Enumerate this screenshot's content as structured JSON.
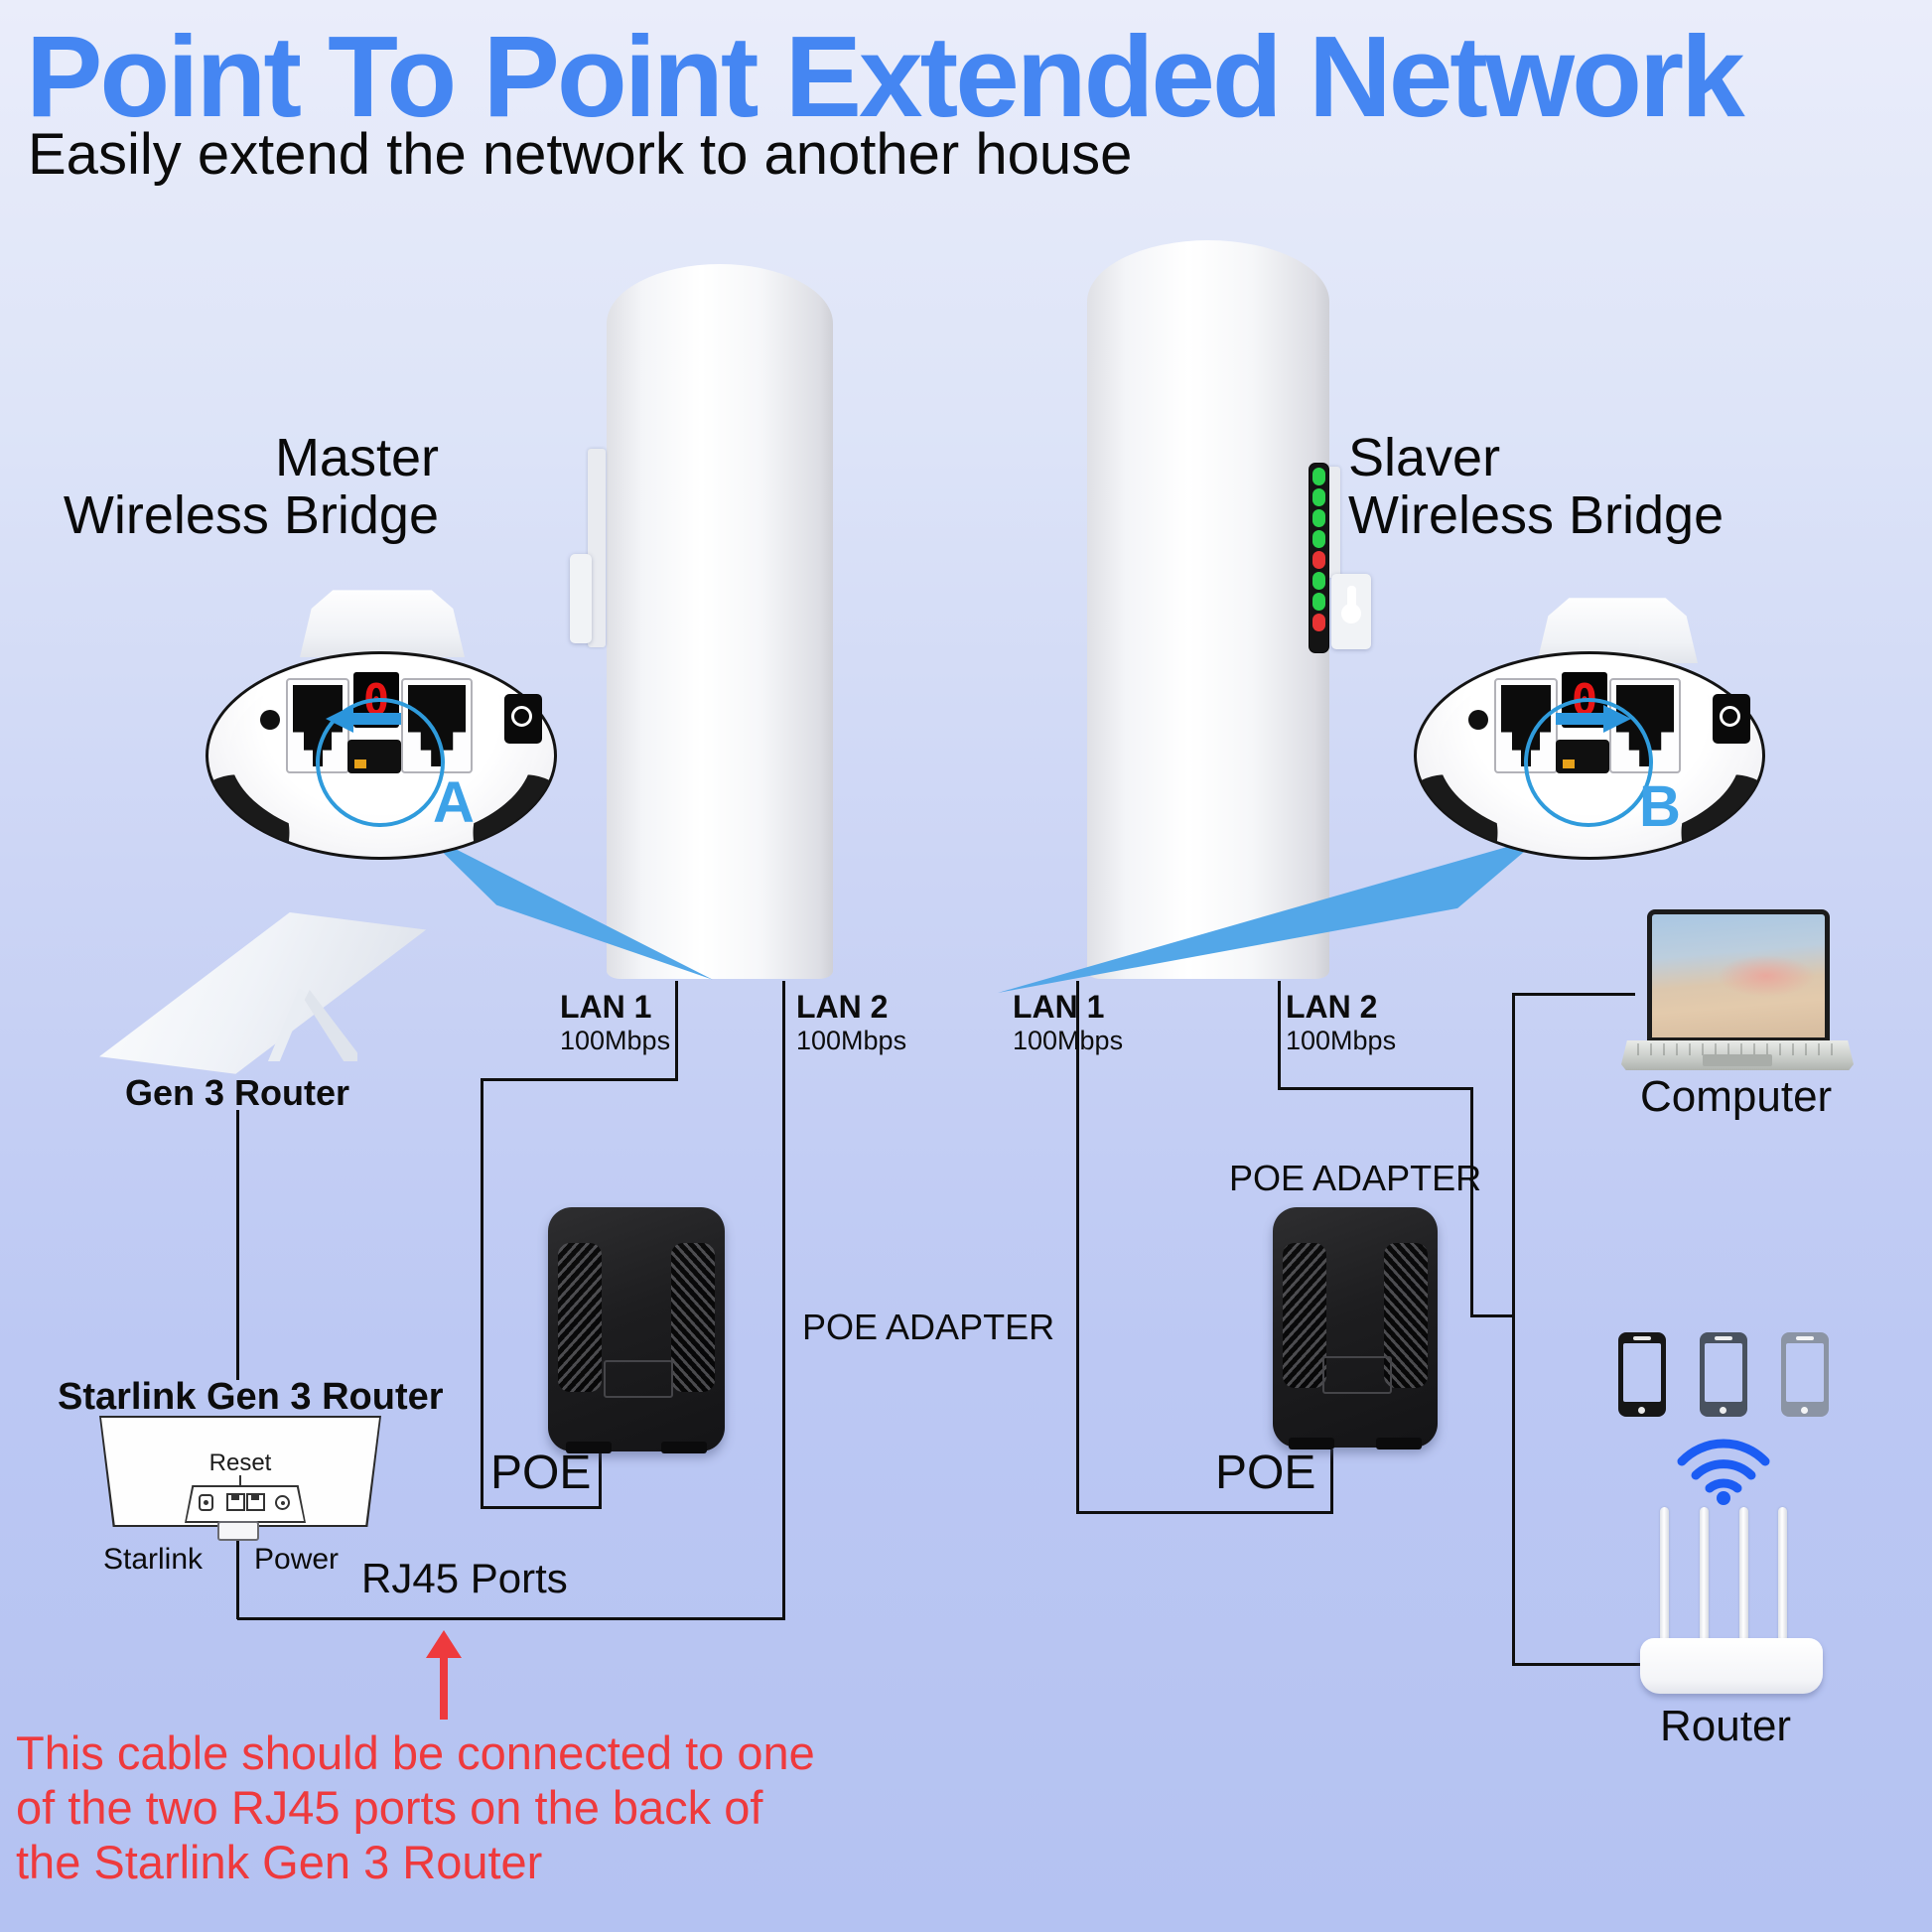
{
  "page": {
    "title": "Point To Point Extended Network",
    "subtitle": "Easily extend the network to another house"
  },
  "colors": {
    "title_blue": "#4586f2",
    "warning_red": "#ee3a3d",
    "callout_blue": "#3da2e8",
    "beam_blue": "#53a7e8",
    "wifi_blue": "#1b5cf3",
    "wire_black": "#0f0f0f"
  },
  "bridges": {
    "master": {
      "label": "Master\nWireless Bridge",
      "callout_letter": "A"
    },
    "slaver": {
      "label": "Slaver\nWireless Bridge",
      "callout_letter": "B"
    },
    "ports": [
      {
        "name": "LAN 1",
        "speed": "100Mbps"
      },
      {
        "name": "LAN 2",
        "speed": "100Mbps"
      }
    ],
    "display_digit": "0",
    "led_colors": [
      "#2ad24b",
      "#2ad24b",
      "#2ad24b",
      "#2ad24b",
      "#e83434",
      "#2ad24b",
      "#2ad24b",
      "#e83434"
    ]
  },
  "starlink": {
    "dish_label": "Gen 3 Router",
    "router_label": "Starlink Gen 3 Router",
    "reset_label": "Reset",
    "starlink_port_label": "Starlink",
    "power_port_label": "Power",
    "rj45_label": "RJ45 Ports"
  },
  "poe": {
    "adapter_label": "POE ADAPTER",
    "port_label": "POE"
  },
  "endpoints": {
    "computer_label": "Computer",
    "router_label": "Router",
    "phone_colors": [
      "#161616",
      "#49525f",
      "#8b94a4"
    ]
  },
  "warning": "This cable should be connected to one\nof the two RJ45 ports on the back of\nthe Starlink Gen 3 Router"
}
